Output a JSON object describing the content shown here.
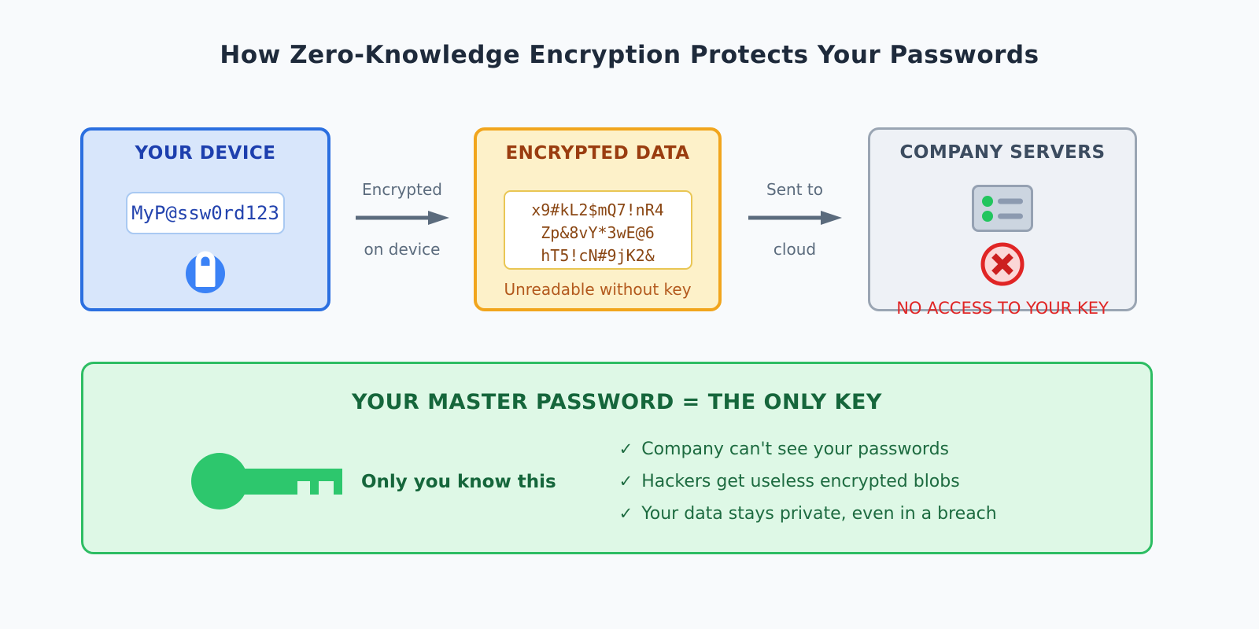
{
  "title": "How Zero-Knowledge Encryption Protects Your Passwords",
  "flow": {
    "device": {
      "title": "YOUR DEVICE",
      "password": "MyP@ssw0rd123"
    },
    "step1": {
      "label_top": "Encrypted",
      "label_bottom": "on device"
    },
    "encrypted": {
      "title": "ENCRYPTED DATA",
      "cipher_lines": [
        "x9#kL2$mQ7!nR4",
        "Zp&8vY*3wE@6",
        "hT5!cN#9jK2&"
      ],
      "caption": "Unreadable without key"
    },
    "step2": {
      "label_top": "Sent to",
      "label_bottom": "cloud"
    },
    "servers": {
      "title": "COMPANY SERVERS",
      "caption": "NO ACCESS TO YOUR KEY"
    }
  },
  "master_key": {
    "title": "YOUR MASTER PASSWORD = THE ONLY KEY",
    "key_label": "Only you know this",
    "check_mark": "✓",
    "benefits": [
      "Company can't see your passwords",
      "Hackers get useless encrypted blobs",
      "Your data stays private, even in a breach"
    ]
  },
  "icons": [
    "lock-icon",
    "arrow-right-icon",
    "server-icon",
    "no-access-icon",
    "key-icon",
    "check-icon"
  ],
  "colors": {
    "page_bg": "#f8fafc",
    "title_text": "#1e2a3b",
    "device_bg": "#d8e6fb",
    "device_border": "#2b6fe0",
    "device_title": "#1d3fae",
    "input_text": "#2343ae",
    "lock_blue": "#3b82f6",
    "encrypted_bg": "#fdf1c9",
    "encrypted_border": "#f1a51d",
    "encrypted_title": "#9a3d10",
    "cipher_text": "#8a4714",
    "encrypted_caption": "#b3591d",
    "servers_bg": "#eef1f6",
    "servers_border": "#9aa5b3",
    "servers_title": "#3c4c60",
    "server_dot_green": "#22c55e",
    "denied_red": "#e02525",
    "arrow_gray": "#5b6b7d",
    "master_bg": "#def8e6",
    "master_border": "#2dbd63",
    "master_title": "#15663b",
    "key_green": "#2dc76d",
    "benefit_text": "#1d6b40"
  }
}
